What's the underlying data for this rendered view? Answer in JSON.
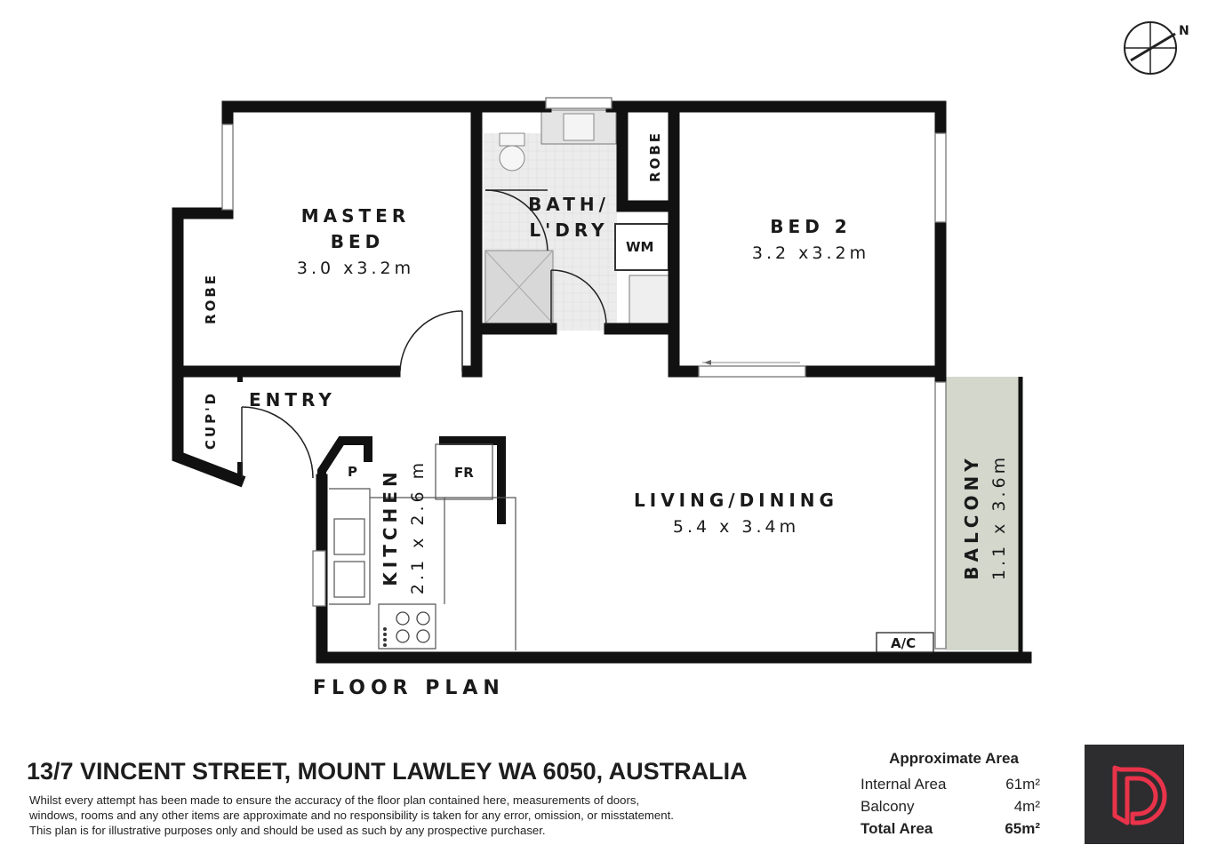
{
  "compass": {
    "north_label": "N"
  },
  "rooms": {
    "master_bed": {
      "name_line1": "MASTER",
      "name_line2": "BED",
      "dimensions": "3.0 x3.2m"
    },
    "bath": {
      "name_line1": "BATH/",
      "name_line2": "L'DRY"
    },
    "bed2": {
      "name": "BED 2",
      "dimensions": "3.2 x3.2m"
    },
    "robe_master": "ROBE",
    "robe_bed2": "ROBE",
    "cupboard": "CUP'D",
    "entry": "ENTRY",
    "kitchen": {
      "name": "KITCHEN",
      "dimensions": "2.1 x 2.6 m"
    },
    "living": {
      "name": "LIVING/DINING",
      "dimensions": "5.4 x 3.4m"
    },
    "balcony": {
      "name": "BALCONY",
      "dimensions": "1.1 x 3.6m"
    }
  },
  "fixtures": {
    "washing_machine": "WM",
    "pantry": "P",
    "fridge": "FR",
    "air_con": "A/C"
  },
  "plan_title": "FLOOR PLAN",
  "address": "13/7 VINCENT STREET, MOUNT LAWLEY WA 6050, AUSTRALIA",
  "disclaimer": [
    "Whilst every attempt has been made to ensure the accuracy of the floor plan contained here, measurements of doors,",
    "windows, rooms and any other items are approximate and no responsibility is taken for any error, omission, or misstatement.",
    "This plan is for illustrative purposes only and should be used as such by any prospective purchaser."
  ],
  "area": {
    "title": "Approximate Area",
    "rows": [
      {
        "label": "Internal Area",
        "value": "61m²"
      },
      {
        "label": "Balcony",
        "value": "4m²"
      },
      {
        "label": "Total Area",
        "value": "65m²"
      }
    ]
  },
  "colors": {
    "wall": "#111111",
    "tile": "#e9e9e9",
    "balcony_fill": "#d3d7cc",
    "logo_bg": "#2d2d2f",
    "logo_accent": "#e8334a"
  }
}
